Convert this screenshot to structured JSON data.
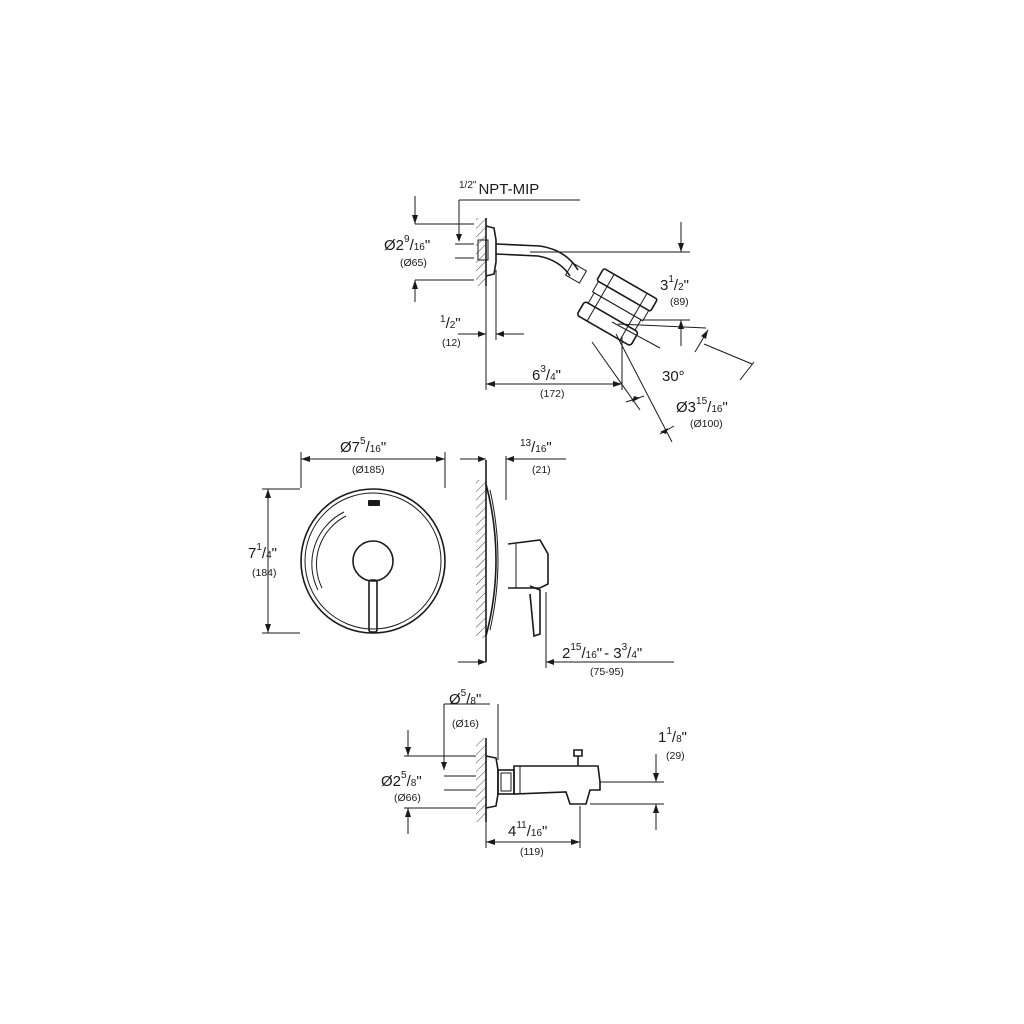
{
  "shower_head": {
    "thread_label": "NPT-MIP",
    "thread_fraction": "1/2\"",
    "flange_diameter_whole": "Ø2",
    "flange_diameter_frac_num": "9",
    "flange_diameter_frac_den": "16",
    "flange_diameter_mm": "(Ø65)",
    "offset_frac_num": "1",
    "offset_frac_den": "2",
    "offset_mm": "(12)",
    "reach_whole": "6",
    "reach_frac_num": "3",
    "reach_frac_den": "4",
    "reach_mm": "(172)",
    "drop_whole": "3",
    "drop_frac_num": "1",
    "drop_frac_den": "2",
    "drop_mm": "(89)",
    "angle": "30°",
    "head_diameter_whole": "Ø3",
    "head_diameter_frac_num": "15",
    "head_diameter_frac_den": "16",
    "head_diameter_mm": "(Ø100)"
  },
  "trim_plate": {
    "width_whole": "Ø7",
    "width_frac_num": "5",
    "width_frac_den": "16",
    "width_mm": "(Ø185)",
    "height_whole": "7",
    "height_frac_num": "1",
    "height_frac_den": "4",
    "height_mm": "(184)",
    "depth_frac_num": "13",
    "depth_frac_den": "16",
    "depth_mm": "(21)",
    "projection_whole_a": "2",
    "projection_frac_num_a": "15",
    "projection_frac_den_a": "16",
    "projection_sep": "- 3",
    "projection_frac_num_b": "3",
    "projection_frac_den_b": "4",
    "projection_mm": "(75-95)"
  },
  "tub_spout": {
    "pipe_diameter_whole": "Ø",
    "pipe_diameter_frac_num": "5",
    "pipe_diameter_frac_den": "8",
    "pipe_diameter_mm": "(Ø16)",
    "flange_diameter_whole": "Ø2",
    "flange_diameter_frac_num": "5",
    "flange_diameter_frac_den": "8",
    "flange_diameter_mm": "(Ø66)",
    "spout_height_whole": "1",
    "spout_height_frac_num": "1",
    "spout_height_frac_den": "8",
    "spout_height_mm": "(29)",
    "spout_length_whole": "4",
    "spout_length_frac_num": "11",
    "spout_length_frac_den": "16",
    "spout_length_mm": "(119)"
  }
}
